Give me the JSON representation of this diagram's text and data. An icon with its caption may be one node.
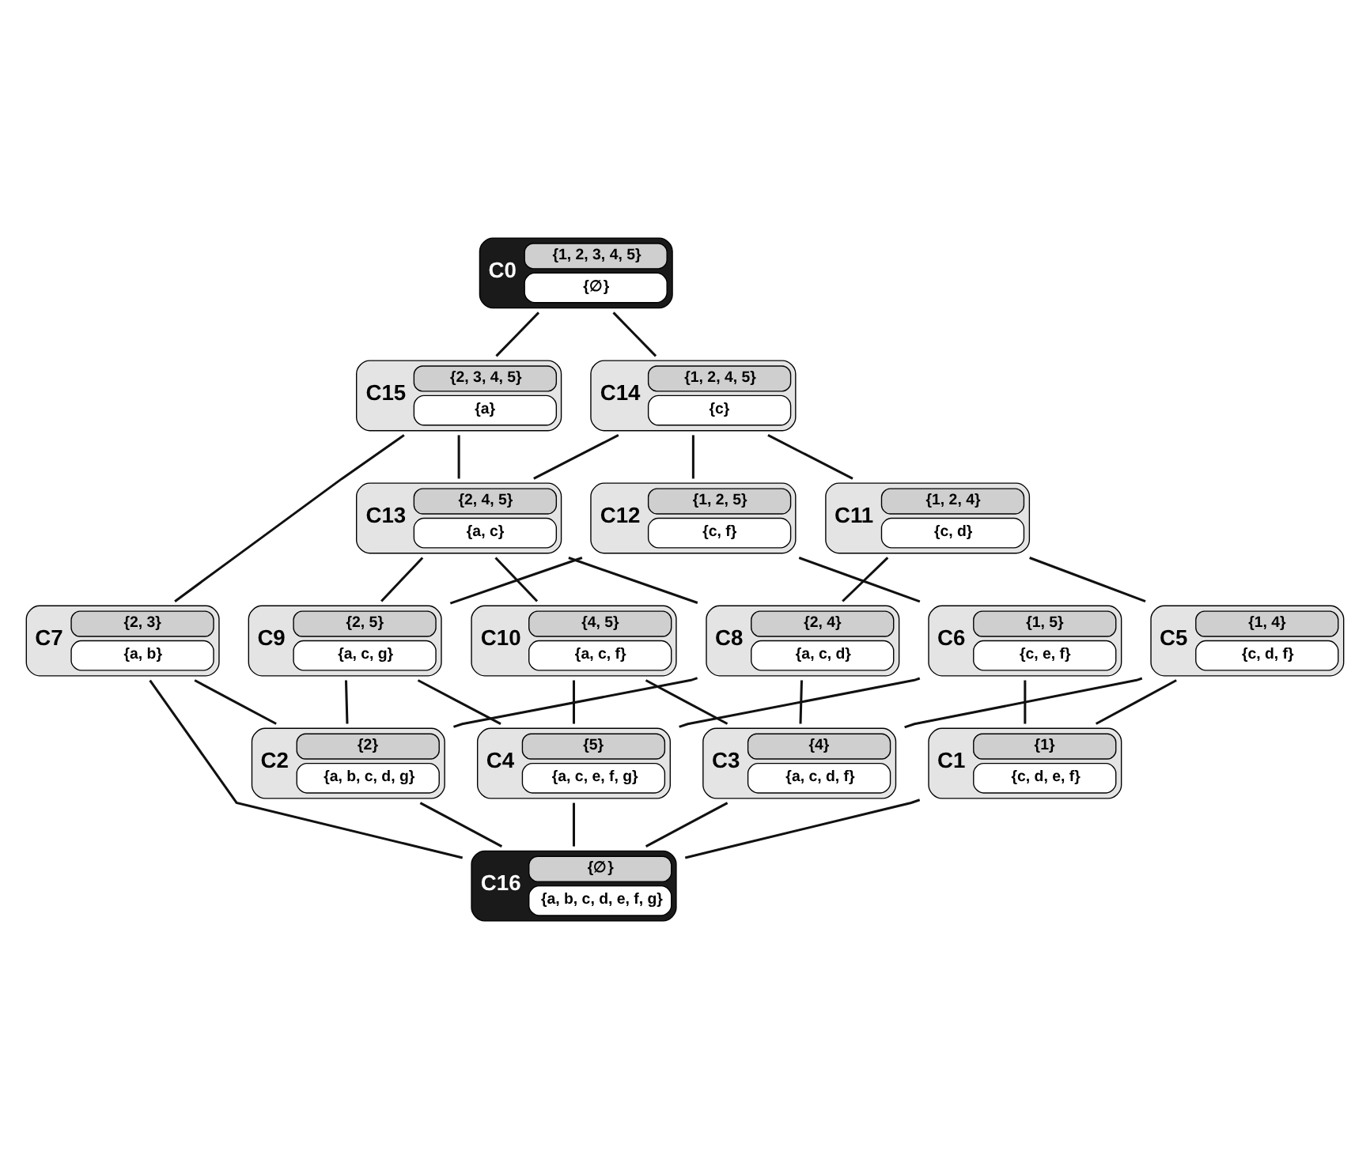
{
  "diagram": {
    "nodes": [
      {
        "text": [
          "C0",
          "{1, 2, 3, 4, 5}",
          "{∅}"
        ]
      },
      {
        "text": [
          "C15",
          "{2, 3, 4, 5}",
          "{a}"
        ]
      },
      {
        "text": [
          "C14",
          "{1, 2, 4, 5}",
          "{c}"
        ]
      },
      {
        "text": [
          "C13",
          "{2, 4, 5}",
          "{a, c}"
        ]
      },
      {
        "text": [
          "C12",
          "{1, 2, 5}",
          "{c, f}"
        ]
      },
      {
        "text": [
          "C11",
          "{1, 2, 4}",
          "{c, d}"
        ]
      },
      {
        "text": [
          "C7",
          "{2, 3}",
          "{a, b}"
        ]
      },
      {
        "text": [
          "C9",
          "{2, 5}",
          "{a, c, g}"
        ]
      },
      {
        "text": [
          "C8",
          "{2, 4}",
          "{a, c, d}"
        ]
      },
      {
        "text": [
          "C10",
          "{4, 5}",
          "{a, c, f}"
        ]
      },
      {
        "text": [
          "C6",
          "{1, 5}",
          "{c, e, f}"
        ]
      },
      {
        "text": [
          "C5",
          "{1, 4}",
          "{c, d, f}"
        ]
      },
      {
        "text": [
          "C2",
          "{2}",
          "{a, b, c, d, g}"
        ]
      },
      {
        "text": [
          "C4",
          "{5}",
          "{a, c, e, f, g}"
        ]
      },
      {
        "text": [
          "C3",
          "{4}",
          "{a, c, d, f}"
        ]
      },
      {
        "text": [
          "C1",
          "{1}",
          "{c, d, e, f}"
        ]
      },
      {
        "text": [
          "C16",
          "{∅}",
          "{a, b, c, d, e, f, g}"
        ]
      }
    ],
    "edges": [
      {
        "from": 0,
        "to": 1,
        "arrow": "none"
      },
      {
        "from": 0,
        "to": 2,
        "arrow": "none"
      },
      {
        "from": 1,
        "to": 6,
        "arrow": "none"
      },
      {
        "from": 1,
        "to": 3,
        "arrow": "none"
      },
      {
        "from": 2,
        "to": 3,
        "arrow": "none"
      },
      {
        "from": 2,
        "to": 4,
        "arrow": "none"
      },
      {
        "from": 2,
        "to": 5,
        "arrow": "none"
      },
      {
        "from": 3,
        "to": 7,
        "arrow": "none"
      },
      {
        "from": 3,
        "to": 8,
        "arrow": "none"
      },
      {
        "from": 3,
        "to": 9,
        "arrow": "none"
      },
      {
        "from": 4,
        "to": 7,
        "arrow": "none"
      },
      {
        "from": 4,
        "to": 10,
        "arrow": "none"
      },
      {
        "from": 5,
        "to": 8,
        "arrow": "none"
      },
      {
        "from": 5,
        "to": 11,
        "arrow": "none"
      },
      {
        "from": 6,
        "to": 12,
        "arrow": "none"
      },
      {
        "from": 6,
        "to": 16,
        "arrow": "none"
      },
      {
        "from": 7,
        "to": 12,
        "arrow": "none"
      },
      {
        "from": 7,
        "to": 13,
        "arrow": "none"
      },
      {
        "from": 8,
        "to": 12,
        "arrow": "none"
      },
      {
        "from": 8,
        "to": 14,
        "arrow": "none"
      },
      {
        "from": 9,
        "to": 13,
        "arrow": "none"
      },
      {
        "from": 9,
        "to": 14,
        "arrow": "none"
      },
      {
        "from": 10,
        "to": 13,
        "arrow": "none"
      },
      {
        "from": 10,
        "to": 15,
        "arrow": "none"
      },
      {
        "from": 11,
        "to": 14,
        "arrow": "none"
      },
      {
        "from": 11,
        "to": 15,
        "arrow": "none"
      },
      {
        "from": 12,
        "to": 16,
        "arrow": "none"
      },
      {
        "from": 13,
        "to": 16,
        "arrow": "none"
      },
      {
        "from": 14,
        "to": 16,
        "arrow": "none"
      },
      {
        "from": 15,
        "to": 16,
        "arrow": "none"
      }
    ]
  }
}
